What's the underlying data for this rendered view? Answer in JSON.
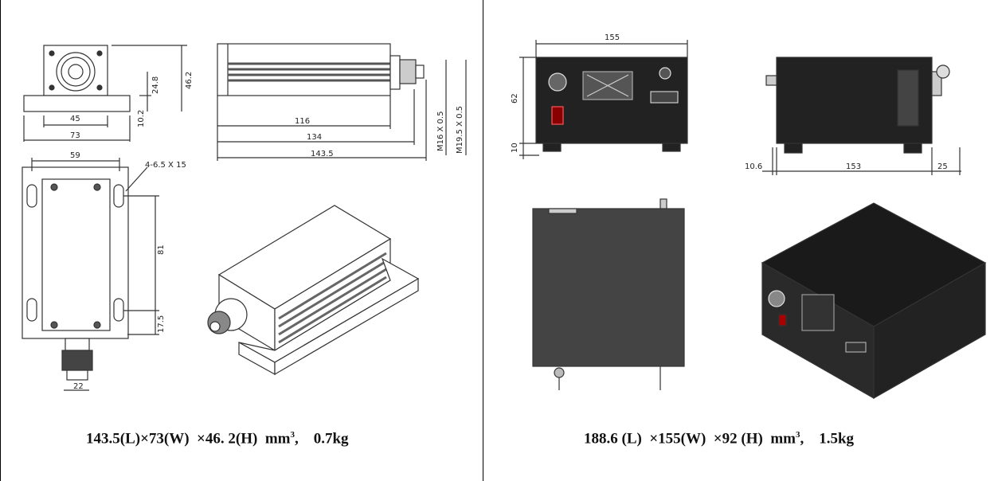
{
  "left": {
    "dims": {
      "top_width": "45",
      "base_width": "73",
      "height_a": "24.8",
      "height_b": "46.2",
      "base_h": "10.2",
      "len_116": "116",
      "len_134": "134",
      "len_1435": "143.5",
      "thread1": "M16 X 0.5",
      "thread2": "M19.5 X 0.5",
      "bottom_w": "59",
      "holes": "4-6.5 X 15",
      "side_81": "81",
      "side_175": "17.5",
      "knob": "22"
    },
    "caption": {
      "main": "143.5(L)×73(W)  ×46. 2(H)  mm",
      "sup": "3",
      "tail": ",    0.7kg"
    }
  },
  "right": {
    "dims": {
      "front_w": "155",
      "front_h": "62",
      "feet_h": "10",
      "side_l": "153",
      "side_front": "10.6",
      "side_back": "25"
    },
    "caption": {
      "main": "188.6 (L)  ×155(W)  ×92 (H)  mm",
      "sup": "3",
      "tail": ",    1.5kg"
    }
  }
}
